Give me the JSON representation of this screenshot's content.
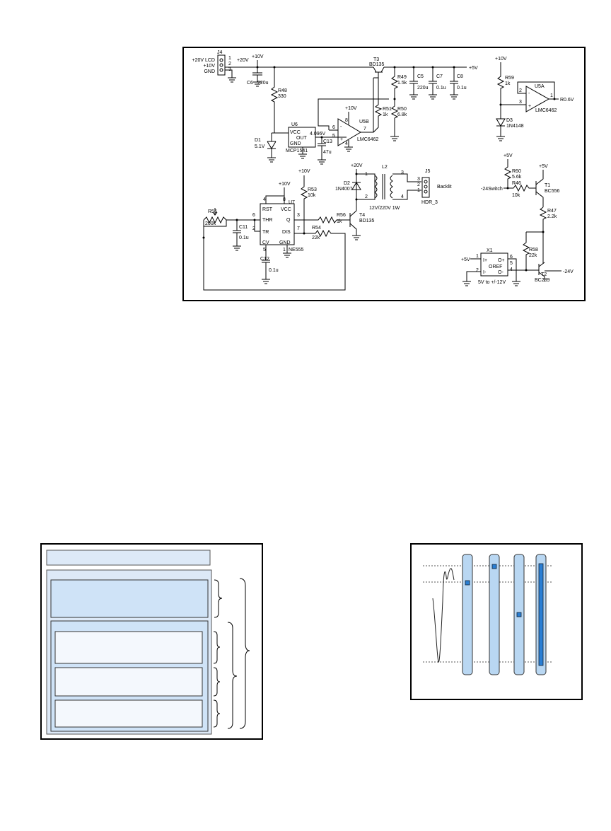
{
  "connector_j4": {
    "ref": "J4",
    "pins": [
      "1",
      "2",
      "3"
    ],
    "nets": [
      "+20V LCD",
      "+10V",
      "GND"
    ],
    "net_out": "+20V"
  },
  "rail_top": {
    "supply": "+10V",
    "output": "+5V"
  },
  "caps": {
    "c6": {
      "ref": "C6",
      "value": "220u"
    },
    "c5": {
      "ref": "C5",
      "value": "220u"
    },
    "c7": {
      "ref": "C7",
      "value": "0.1u"
    },
    "c8": {
      "ref": "C8",
      "value": "0.1u"
    },
    "c13": {
      "ref": "C13",
      "value": "47u"
    },
    "c11": {
      "ref": "C11",
      "value": "0.1u"
    },
    "c12": {
      "ref": "C12",
      "value": "0.1u"
    }
  },
  "resistors": {
    "r48": {
      "ref": "R48",
      "value": "330"
    },
    "r49": {
      "ref": "R49",
      "value": "1.5k"
    },
    "r50": {
      "ref": "R50",
      "value": "6.8k"
    },
    "r51": {
      "ref": "R51",
      "value": "1k"
    },
    "r59": {
      "ref": "R59",
      "value": "1k"
    },
    "r53": {
      "ref": "R53",
      "value": "10k"
    },
    "r56": {
      "ref": "R56",
      "value": "1k"
    },
    "r54": {
      "ref": "R54",
      "value": "22k"
    },
    "r55": {
      "ref": "R55",
      "value": "200k"
    },
    "r60": {
      "ref": "R60",
      "value": "5.6k"
    },
    "r46": {
      "ref": "R46",
      "value": "10k"
    },
    "r47": {
      "ref": "R47",
      "value": "2.2k"
    },
    "r58": {
      "ref": "R58",
      "value": "22k"
    }
  },
  "t3": {
    "ref": "T3",
    "part": "BD135"
  },
  "t4": {
    "ref": "T4",
    "part": "BD135"
  },
  "t1": {
    "ref": "T1",
    "part": "BC556"
  },
  "t2": {
    "ref": "T2",
    "part": "BC239"
  },
  "d1": {
    "ref": "D1",
    "value": "5.1V"
  },
  "d2": {
    "ref": "D2",
    "part": "1N4007"
  },
  "d3": {
    "ref": "D3",
    "part": "1N4148"
  },
  "u6": {
    "ref": "U6",
    "part": "MCP1541",
    "pins": [
      "VCC",
      "OUT",
      "GND"
    ],
    "vout": "4.096V"
  },
  "u5b": {
    "ref": "U5B",
    "part": "LMC6462",
    "supply": "+10V",
    "pins": [
      "6",
      "5",
      "7",
      "8",
      "4"
    ],
    "signs": [
      "-",
      "+"
    ]
  },
  "u5a": {
    "ref": "U5A",
    "part": "LMC6462",
    "supply": "+10V",
    "pins": [
      "2",
      "3",
      "1"
    ],
    "signs": [
      "-",
      "+"
    ],
    "output": "R0.6V"
  },
  "u7": {
    "ref": "U7",
    "part": "NE555",
    "supply": "+10V",
    "pins_left": [
      "RST",
      "THR",
      "TR",
      "CV"
    ],
    "pins_right": [
      "VCC",
      "Q",
      "DIS",
      "GND"
    ],
    "pin_numbers": [
      "4",
      "8",
      "6",
      "3",
      "2",
      "7",
      "5",
      "1"
    ]
  },
  "l2": {
    "ref": "L2",
    "rating": "12V/220V 1W",
    "pins": [
      "1",
      "2",
      "3",
      "4"
    ]
  },
  "j5": {
    "ref": "J5",
    "part": "HDR_3",
    "pins": [
      "3",
      "2",
      "1"
    ],
    "label": "Backlit"
  },
  "t4_supply": "+20V",
  "t1_section": {
    "supply": "+5V",
    "input": "-24Switch"
  },
  "x1": {
    "ref": "X1",
    "supply": "+5V",
    "label": "OREF",
    "pins_left": [
      "I+",
      "I-"
    ],
    "pins_right": [
      "O+",
      "O-"
    ],
    "pin_numbers": [
      "1",
      "2",
      "6",
      "5",
      "4"
    ],
    "desc": "5V to +/-12V",
    "output": "-24V"
  }
}
